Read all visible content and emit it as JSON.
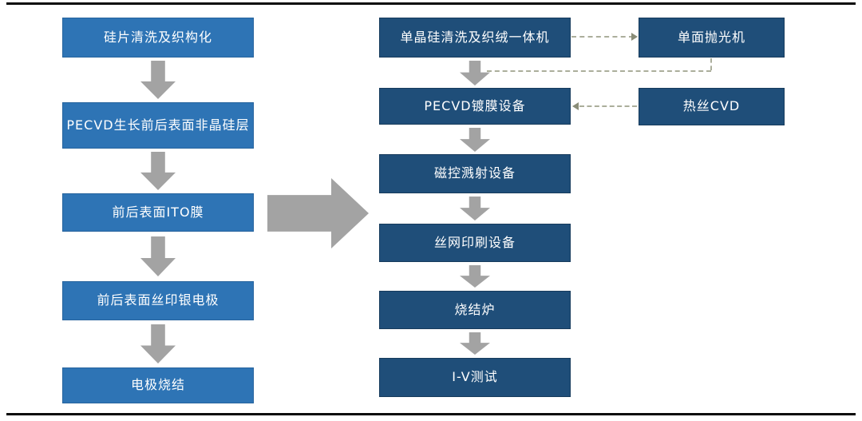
{
  "diagram": {
    "type": "process-flowchart",
    "colors": {
      "left_box": "#2E74B5",
      "right_box": "#1F4E79",
      "side_box": "#1F4E79",
      "arrow_gray": "#A3A3A3",
      "dashed_connector": "#ABAE9B",
      "rule_black": "#0a0a0a",
      "box_text": "#FFFFFF",
      "background": "#FFFFFF"
    },
    "left_flow": {
      "steps": [
        {
          "label": "硅片清洗及织构化"
        },
        {
          "label": "PECVD生长前后表面非晶硅层"
        },
        {
          "label": "前后表面ITO膜"
        },
        {
          "label": "前后表面丝印银电极"
        },
        {
          "label": "电极烧结"
        }
      ]
    },
    "right_flow": {
      "steps": [
        {
          "label": "单晶硅清洗及织绒一体机"
        },
        {
          "label": "PECVD镀膜设备"
        },
        {
          "label": "磁控溅射设备"
        },
        {
          "label": "丝网印刷设备"
        },
        {
          "label": "烧结炉"
        },
        {
          "label": "I-V测试"
        }
      ]
    },
    "side_equipment": {
      "items": [
        {
          "label": "单面抛光机"
        },
        {
          "label": "热丝CVD"
        }
      ]
    },
    "connectors": [
      {
        "from": "单晶硅清洗及织绒一体机",
        "to": "单面抛光机",
        "style": "dashed-arrow-right"
      },
      {
        "from": "单面抛光机",
        "to": "flow-between-step1-and-step2",
        "style": "dashed-elbow"
      },
      {
        "from": "热丝CVD",
        "to": "PECVD镀膜设备",
        "style": "dashed-arrow-left"
      }
    ]
  }
}
